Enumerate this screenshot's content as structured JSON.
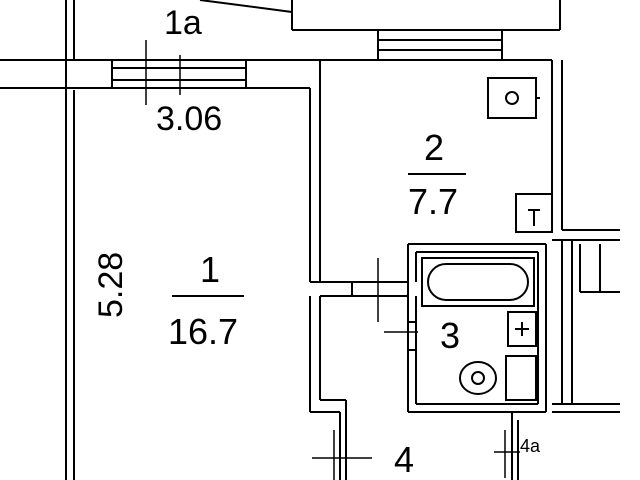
{
  "rooms": [
    {
      "number": "1a"
    },
    {
      "number": "1",
      "area": "16.7"
    },
    {
      "number": "2",
      "area": "7.7"
    },
    {
      "number": "3"
    },
    {
      "number": "4"
    },
    {
      "number": "4a"
    }
  ],
  "dimensions": {
    "balcony_width": "3.06",
    "room1_length": "5.28"
  },
  "colors": {
    "line": "#000000",
    "background": "#ffffff"
  }
}
